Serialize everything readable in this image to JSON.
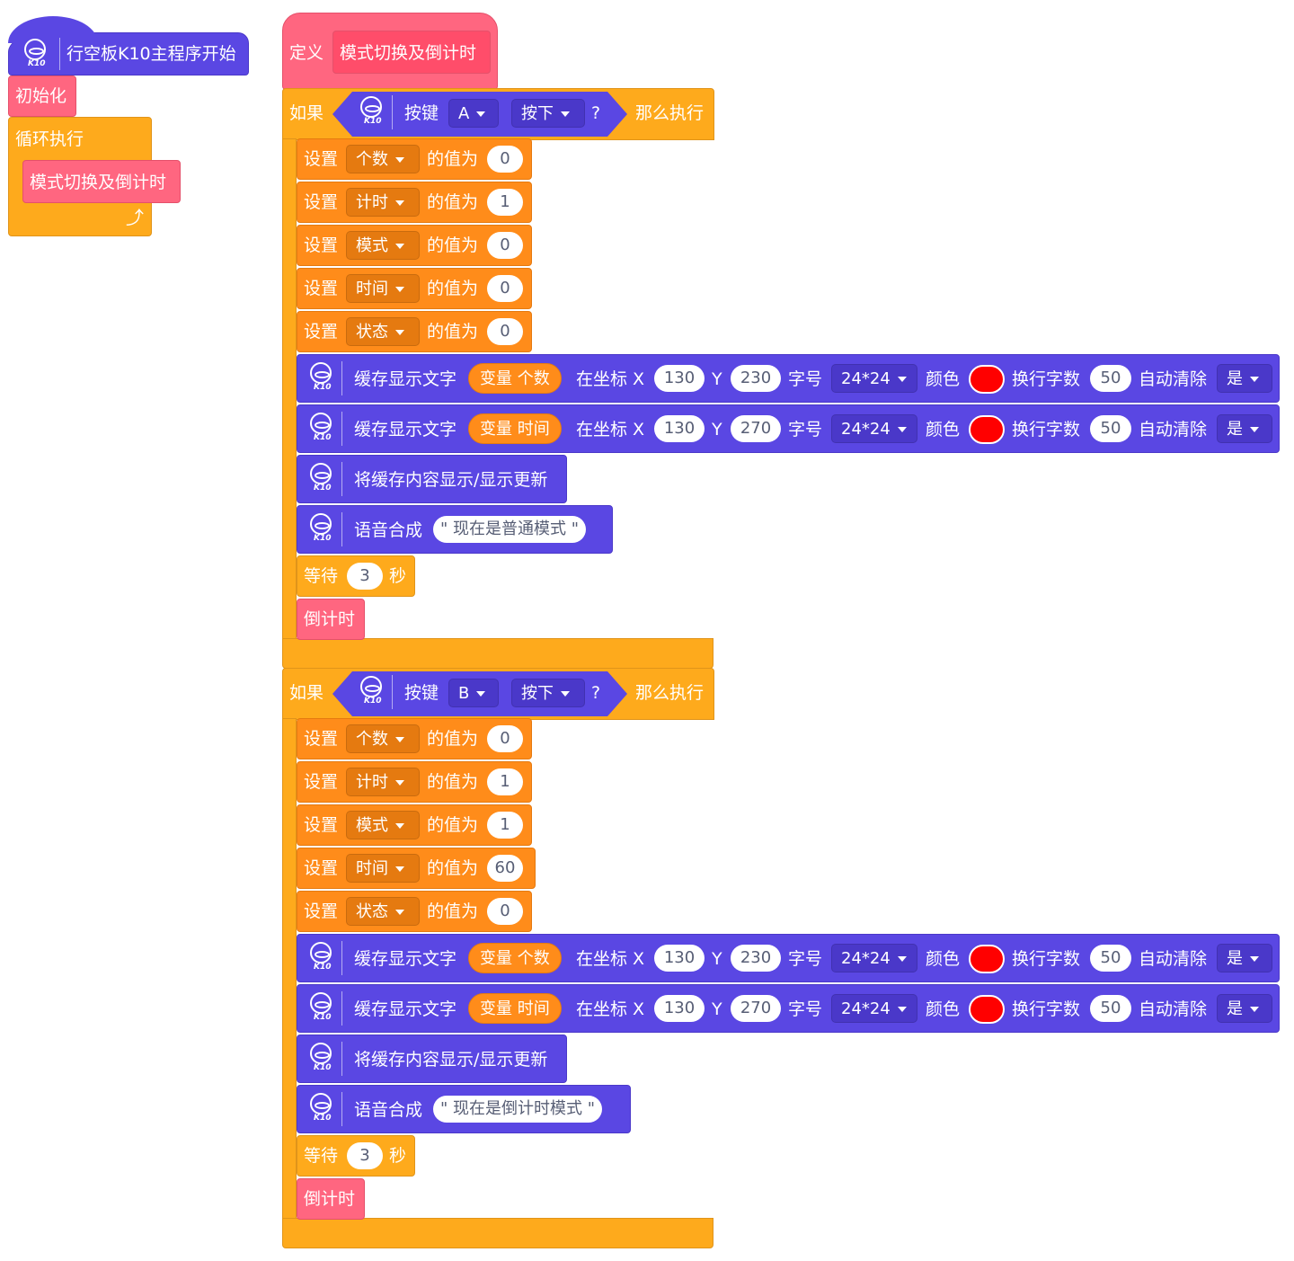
{
  "hat_main": {
    "label": "行空板K10主程序开始",
    "icon": "k10-board-icon",
    "icon_text": "K10"
  },
  "init_block": {
    "label": "初始化"
  },
  "loop_block": {
    "label": "循环执行",
    "call_label": "模式切换及倒计时",
    "loop_arrow": "⤴"
  },
  "define_block": {
    "prefix": "定义",
    "name": "模式切换及倒计时"
  },
  "if_a": {
    "if_label": "如果",
    "key_label": "按键",
    "key": "A",
    "state": "按下",
    "q": "?",
    "then_label": "那么执行",
    "sets": [
      {
        "set": "设置",
        "var": "个数",
        "value_label": "的值为",
        "value": "0"
      },
      {
        "set": "设置",
        "var": "计时",
        "value_label": "的值为",
        "value": "1"
      },
      {
        "set": "设置",
        "var": "模式",
        "value_label": "的值为",
        "value": "0"
      },
      {
        "set": "设置",
        "var": "时间",
        "value_label": "的值为",
        "value": "0"
      },
      {
        "set": "设置",
        "var": "状态",
        "value_label": "的值为",
        "value": "0"
      }
    ],
    "displays": [
      {
        "label": "缓存显示文字",
        "var_prefix": "变量",
        "var": "个数",
        "xlabel": "在坐标 X",
        "x": "130",
        "ylabel": "Y",
        "y": "230",
        "font_label": "字号",
        "font": "24*24",
        "color_label": "颜色",
        "wrap_label": "换行字数",
        "wrap": "50",
        "clear_label": "自动清除",
        "clear": "是"
      },
      {
        "label": "缓存显示文字",
        "var_prefix": "变量",
        "var": "时间",
        "xlabel": "在坐标 X",
        "x": "130",
        "ylabel": "Y",
        "y": "270",
        "font_label": "字号",
        "font": "24*24",
        "color_label": "颜色",
        "wrap_label": "换行字数",
        "wrap": "50",
        "clear_label": "自动清除",
        "clear": "是"
      }
    ],
    "refresh_label": "将缓存内容显示/显示更新",
    "tts_label": "语音合成",
    "tts_text": "\" 现在是普通模式 \"",
    "wait_label": "等待",
    "wait_value": "3",
    "wait_unit": "秒",
    "countdown_label": "倒计时"
  },
  "if_b": {
    "if_label": "如果",
    "key_label": "按键",
    "key": "B",
    "state": "按下",
    "q": "?",
    "then_label": "那么执行",
    "sets": [
      {
        "set": "设置",
        "var": "个数",
        "value_label": "的值为",
        "value": "0"
      },
      {
        "set": "设置",
        "var": "计时",
        "value_label": "的值为",
        "value": "1"
      },
      {
        "set": "设置",
        "var": "模式",
        "value_label": "的值为",
        "value": "1"
      },
      {
        "set": "设置",
        "var": "时间",
        "value_label": "的值为",
        "value": "60"
      },
      {
        "set": "设置",
        "var": "状态",
        "value_label": "的值为",
        "value": "0"
      }
    ],
    "displays": [
      {
        "label": "缓存显示文字",
        "var_prefix": "变量",
        "var": "个数",
        "xlabel": "在坐标 X",
        "x": "130",
        "ylabel": "Y",
        "y": "230",
        "font_label": "字号",
        "font": "24*24",
        "color_label": "颜色",
        "wrap_label": "换行字数",
        "wrap": "50",
        "clear_label": "自动清除",
        "clear": "是"
      },
      {
        "label": "缓存显示文字",
        "var_prefix": "变量",
        "var": "时间",
        "xlabel": "在坐标 X",
        "x": "130",
        "ylabel": "Y",
        "y": "270",
        "font_label": "字号",
        "font": "24*24",
        "color_label": "颜色",
        "wrap_label": "换行字数",
        "wrap": "50",
        "clear_label": "自动清除",
        "clear": "是"
      }
    ],
    "refresh_label": "将缓存内容显示/显示更新",
    "tts_label": "语音合成",
    "tts_text": "\" 现在是倒计时模式 \"",
    "wait_label": "等待",
    "wait_value": "3",
    "wait_unit": "秒",
    "countdown_label": "倒计时"
  },
  "colors": {
    "k10": "#5A47E3",
    "control": "#FEAA1C",
    "variable": "#FF8C1A",
    "custom": "#FF6680",
    "swatch": "#FF0000"
  }
}
